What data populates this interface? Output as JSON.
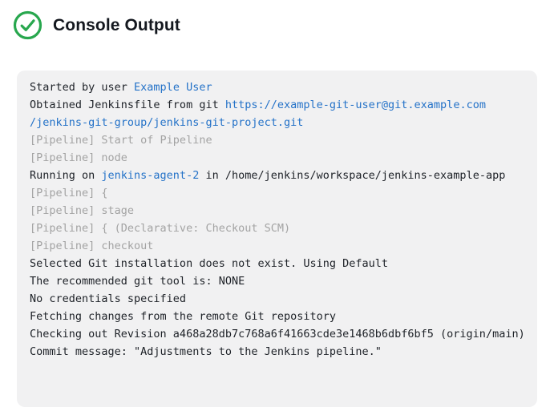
{
  "header": {
    "title": "Console Output",
    "status": "success",
    "status_icon": "success-check-icon"
  },
  "colors": {
    "success_green": "#28a74e",
    "link_blue": "#2472c8",
    "muted_gray": "#a3a3a3",
    "text_dark": "#1d2127",
    "panel_background": "#f1f1f2"
  },
  "console": {
    "lines": [
      {
        "segments": [
          {
            "text": "Started by user ",
            "style": "plain"
          },
          {
            "text": "Example User",
            "style": "link"
          }
        ]
      },
      {
        "segments": [
          {
            "text": "Obtained Jenkinsfile from git ",
            "style": "plain"
          },
          {
            "text": "https://example-git-user@git.example.com",
            "style": "link"
          }
        ]
      },
      {
        "segments": [
          {
            "text": "/jenkins-git-group/jenkins-git-project.git",
            "style": "link"
          }
        ]
      },
      {
        "segments": [
          {
            "text": "[Pipeline] Start of Pipeline",
            "style": "muted"
          }
        ]
      },
      {
        "segments": [
          {
            "text": "[Pipeline] node",
            "style": "muted"
          }
        ]
      },
      {
        "segments": [
          {
            "text": "Running on ",
            "style": "plain"
          },
          {
            "text": "jenkins-agent-2",
            "style": "link"
          },
          {
            "text": " in /home/jenkins/workspace/jenkins-example-app",
            "style": "plain"
          }
        ]
      },
      {
        "segments": [
          {
            "text": "[Pipeline] {",
            "style": "muted"
          }
        ]
      },
      {
        "segments": [
          {
            "text": "[Pipeline] stage",
            "style": "muted"
          }
        ]
      },
      {
        "segments": [
          {
            "text": "[Pipeline] { (Declarative: Checkout SCM)",
            "style": "muted"
          }
        ]
      },
      {
        "segments": [
          {
            "text": "[Pipeline] checkout",
            "style": "muted"
          }
        ]
      },
      {
        "segments": [
          {
            "text": "Selected Git installation does not exist. Using Default",
            "style": "plain"
          }
        ]
      },
      {
        "segments": [
          {
            "text": "The recommended git tool is: NONE",
            "style": "plain"
          }
        ]
      },
      {
        "segments": [
          {
            "text": "No credentials specified",
            "style": "plain"
          }
        ]
      },
      {
        "segments": [
          {
            "text": "Fetching changes from the remote Git repository",
            "style": "plain"
          }
        ]
      },
      {
        "segments": [
          {
            "text": "Checking out Revision a468a28db7c768a6f41663cde3e1468b6dbf6bf5 (origin/main)",
            "style": "plain"
          }
        ]
      },
      {
        "segments": [
          {
            "text": "Commit message: \"Adjustments to the Jenkins pipeline.\"",
            "style": "plain"
          }
        ]
      }
    ]
  }
}
